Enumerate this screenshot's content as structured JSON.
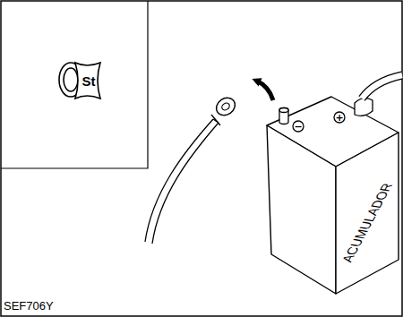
{
  "diagram": {
    "nodes": [
      {
        "text": [
          "St"
        ]
      },
      {
        "text": [
          "ACUMULADOR"
        ]
      }
    ],
    "labels": [
      "−",
      "+",
      "SEF706Y"
    ]
  }
}
